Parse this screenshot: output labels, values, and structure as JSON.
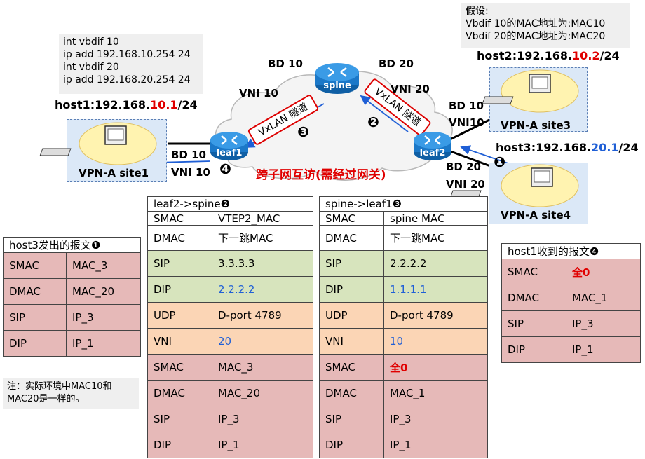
{
  "notes": {
    "config": [
      "int vbdif   10",
      "ip add 192.168.10.254  24",
      "int vbdif 20",
      "ip add 192.168.20.254  24"
    ],
    "assume": [
      "假设:",
      "Vbdif 10的MAC地址为:MAC10",
      "Vbdif 20的MAC地址为:MAC20"
    ],
    "footnote": [
      "注：实际环境中MAC10和",
      "MAC20是一样的。"
    ]
  },
  "hosts": {
    "host1": {
      "prefix": "host1:192.168.",
      "mid": "10.1",
      "suffix": "/24"
    },
    "host2": {
      "prefix": "host2:192.168.",
      "mid": "10.2",
      "suffix": "/24"
    },
    "host3": {
      "prefix": "host3:192.168.",
      "mid": "20.1",
      "suffix": "/24"
    }
  },
  "devices": {
    "spine": "spine",
    "leaf1": "leaf1",
    "leaf2": "leaf2"
  },
  "sites": {
    "site1": "VPN-A site1",
    "site3": "VPN-A site3",
    "site4": "VPN-A site4"
  },
  "labels": {
    "bd10_top": "BD 10",
    "bd20_top": "BD  20",
    "vni10_top": "VNI 10",
    "vni20_top": "VNI 20",
    "bd10_leaf1": "BD 10",
    "vni10_leaf1": "VNI 10",
    "bd10_leaf2": "BD 10",
    "vni10_leaf2": "VNI10",
    "bd20_leaf2": "BD 20",
    "vni20_leaf2": "VNI 20",
    "tunnel": "VxLAN 隧道",
    "center": "跨子网互访(需经过网关)",
    "step1": "❶",
    "step2": "❷",
    "step3": "❸",
    "step4": "❹"
  },
  "table_host3": {
    "title": "host3发出的报文",
    "marker": "❶",
    "rows": [
      [
        "SMAC",
        "MAC_3"
      ],
      [
        "DMAC",
        "MAC_20"
      ],
      [
        "SIP",
        "IP_3"
      ],
      [
        "DIP",
        "IP_1"
      ]
    ]
  },
  "table_leaf2": {
    "title": "leaf2->spine",
    "marker": "❷",
    "rows": [
      {
        "k": "SMAC",
        "v": "VTEP2_MAC",
        "style": "white"
      },
      {
        "k": "DMAC",
        "v": "下一跳MAC",
        "style": "white"
      },
      {
        "k": "SIP",
        "v": "3.3.3.3",
        "style": "green"
      },
      {
        "k": "DIP",
        "v": "2.2.2.2",
        "style": "green",
        "vclass": "blue"
      },
      {
        "k": "UDP",
        "v": "D-port 4789",
        "style": "orange"
      },
      {
        "k": "VNI",
        "v": "20",
        "style": "orange",
        "vclass": "blue"
      },
      {
        "k": "SMAC",
        "v": "MAC_3",
        "style": "pink"
      },
      {
        "k": "DMAC",
        "v": "MAC_20",
        "style": "pink"
      },
      {
        "k": "SIP",
        "v": "IP_3",
        "style": "pink"
      },
      {
        "k": "DIP",
        "v": "IP_1",
        "style": "pink"
      }
    ]
  },
  "table_spine": {
    "title": "spine->leaf1",
    "marker": "❸",
    "rows": [
      {
        "k": "SMAC",
        "v": "spine MAC",
        "style": "white"
      },
      {
        "k": "DMAC",
        "v": "下一跳MAC",
        "style": "white"
      },
      {
        "k": "SIP",
        "v": "2.2.2.2",
        "style": "green"
      },
      {
        "k": "DIP",
        "v": "1.1.1.1",
        "style": "green",
        "vclass": "blue"
      },
      {
        "k": "UDP",
        "v": "D-port 4789",
        "style": "orange"
      },
      {
        "k": "VNI",
        "v": "10",
        "style": "orange",
        "vclass": "blue"
      },
      {
        "k": "SMAC",
        "v": "全0",
        "style": "pink",
        "vclass": "red"
      },
      {
        "k": "DMAC",
        "v": "MAC_1",
        "style": "pink"
      },
      {
        "k": "SIP",
        "v": "IP_3",
        "style": "pink"
      },
      {
        "k": "DIP",
        "v": "IP_1",
        "style": "pink"
      }
    ]
  },
  "table_host1": {
    "title": "host1收到的报文",
    "marker": "❹",
    "rows": [
      {
        "k": "SMAC",
        "v": "全0",
        "vclass": "red"
      },
      {
        "k": "DMAC",
        "v": "MAC_1"
      },
      {
        "k": "SIP",
        "v": "IP_3"
      },
      {
        "k": "DIP",
        "v": "IP_1"
      }
    ]
  }
}
